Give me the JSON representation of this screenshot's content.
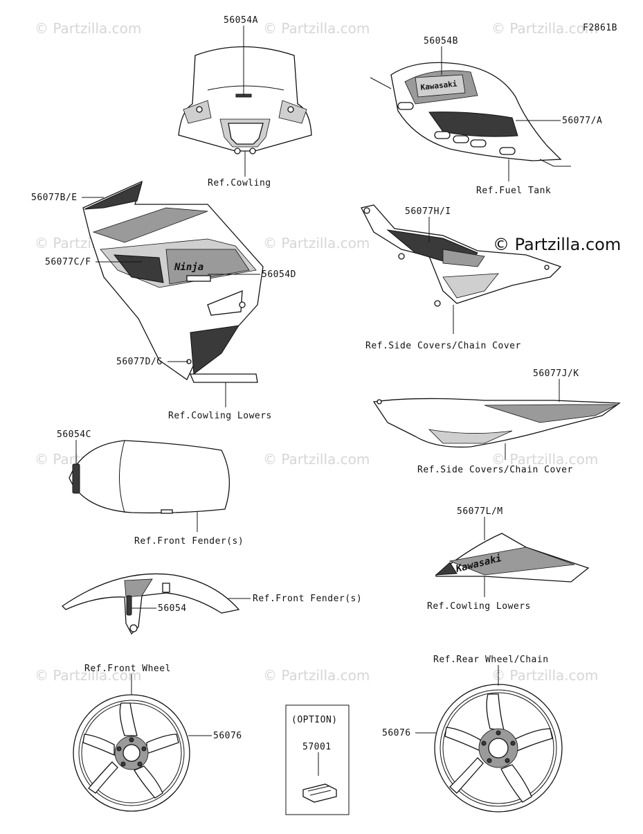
{
  "figure_code": "F2861B",
  "copyright": "© Partzilla.com",
  "watermark": "© Partzilla.com",
  "labels": {
    "p_56054A": "56054A",
    "ref_cowling": "Ref.Cowling",
    "p_56054B": "56054B",
    "p_56077_A": "56077/A",
    "ref_fuel_tank": "Ref.Fuel Tank",
    "p_56077B_E": "56077B/E",
    "p_56077C_F": "56077C/F",
    "p_56054D": "56054D",
    "p_56077D_G": "56077D/G",
    "ref_cowling_lowers_1": "Ref.Cowling Lowers",
    "p_56077H_I": "56077H/I",
    "ref_side_covers_1": "Ref.Side Covers/Chain Cover",
    "p_56077J_K": "56077J/K",
    "ref_side_covers_2": "Ref.Side Covers/Chain Cover",
    "p_56054C": "56054C",
    "ref_front_fender_1": "Ref.Front Fender(s)",
    "p_56054": "56054",
    "ref_front_fender_2": "Ref.Front Fender(s)",
    "p_56077L_M": "56077L/M",
    "ref_cowling_lowers_2": "Ref.Cowling Lowers",
    "ref_front_wheel": "Ref.Front Wheel",
    "p_56076_front": "56076",
    "option": "(OPTION)",
    "p_57001": "57001",
    "ref_rear_wheel": "Ref.Rear Wheel/Chain",
    "p_56076_rear": "56076"
  },
  "decal_text": {
    "kawasaki": "Kawasaki",
    "ninja": "Ninja"
  }
}
